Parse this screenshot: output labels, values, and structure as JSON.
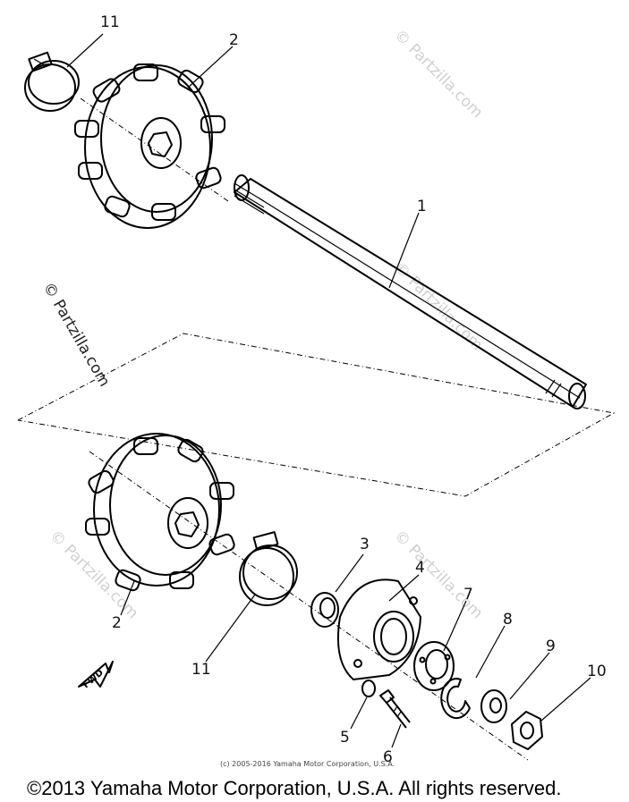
{
  "callouts": [
    "11",
    "2",
    "1",
    "3",
    "4",
    "7",
    "8",
    "9",
    "10",
    "2",
    "11",
    "5",
    "6"
  ],
  "watermark": "© Partzilla.com",
  "fwd_label": "FWD",
  "small_copyright": "(c) 2005-2016 Yamaha Motor Corporation, U.S.A.",
  "footer_copyright": "©2013 Yamaha Motor Corporation, U.S.A. All rights reserved."
}
